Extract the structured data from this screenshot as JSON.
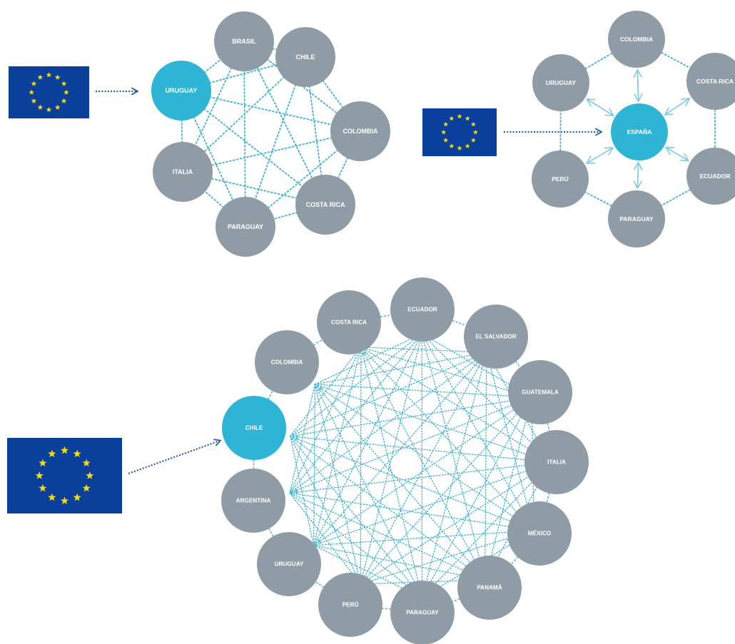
{
  "colors": {
    "node_gray": "#8f9ca6",
    "node_highlight": "#2eb5d6",
    "link": "#41b3d1",
    "arrow_dark": "#2a5ba8",
    "flag_blue": "#0b3f9c",
    "flag_star": "#f5dd0c"
  },
  "icons": {
    "eu_flag": "eu-flag-icon",
    "arrow": "dotted-arrow-icon"
  },
  "diagrams": [
    {
      "id": "diagram-1",
      "topology": "full-mesh",
      "hub": "URUGUAY",
      "nodes": [
        {
          "label": "URUGUAY",
          "highlight": true
        },
        {
          "label": "BRASIL",
          "highlight": false
        },
        {
          "label": "CHILE",
          "highlight": false
        },
        {
          "label": "COLOMBIA",
          "highlight": false
        },
        {
          "label": "COSTA RICA",
          "highlight": false
        },
        {
          "label": "PARAGUAY",
          "highlight": false
        },
        {
          "label": "ITALIA",
          "highlight": false
        }
      ]
    },
    {
      "id": "diagram-2",
      "topology": "hub-and-spoke",
      "hub": "ESPAÑA",
      "nodes": [
        {
          "label": "ESPAÑA",
          "highlight": true
        },
        {
          "label": "COLOMBIA",
          "highlight": false
        },
        {
          "label": "COSTA RICA",
          "highlight": false
        },
        {
          "label": "ECUADOR",
          "highlight": false
        },
        {
          "label": "PARAGUAY",
          "highlight": false
        },
        {
          "label": "PERÚ",
          "highlight": false
        },
        {
          "label": "URUGUAY",
          "highlight": false
        }
      ]
    },
    {
      "id": "diagram-3",
      "topology": "full-mesh",
      "hub": "CHILE",
      "nodes": [
        {
          "label": "CHILE",
          "highlight": true
        },
        {
          "label": "COLOMBIA",
          "highlight": false
        },
        {
          "label": "COSTA RICA",
          "highlight": false
        },
        {
          "label": "ECUADOR",
          "highlight": false
        },
        {
          "label": "EL SALVADOR",
          "highlight": false
        },
        {
          "label": "GUATEMALA",
          "highlight": false
        },
        {
          "label": "ITALIA",
          "highlight": false
        },
        {
          "label": "MÉXICO",
          "highlight": false
        },
        {
          "label": "PANAMÁ",
          "highlight": false
        },
        {
          "label": "PARAGUAY",
          "highlight": false
        },
        {
          "label": "PERÚ",
          "highlight": false
        },
        {
          "label": "URUGUAY",
          "highlight": false
        },
        {
          "label": "ARGENTINA",
          "highlight": false
        }
      ]
    }
  ]
}
